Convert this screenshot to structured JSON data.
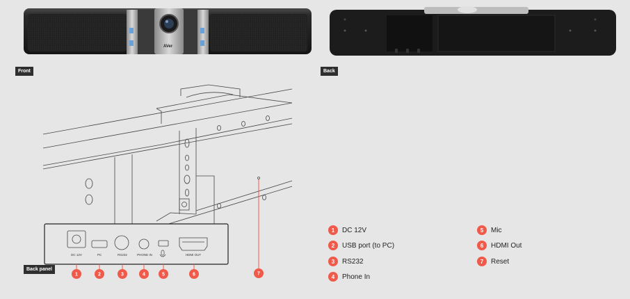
{
  "tags": {
    "front": "Front",
    "back": "Back",
    "back_panel": "Back panel"
  },
  "front_logo": "AVer",
  "ports": {
    "dc": "DC 12V",
    "pc": "PC",
    "rs232": "RS232",
    "phone": "PHONE IN",
    "hdmi": "HDMI OUT"
  },
  "callouts": [
    "1",
    "2",
    "3",
    "4",
    "5",
    "6",
    "7"
  ],
  "legend": [
    {
      "num": "1",
      "label": "DC 12V"
    },
    {
      "num": "2",
      "label": "USB port (to PC)"
    },
    {
      "num": "3",
      "label": "RS232"
    },
    {
      "num": "4",
      "label": "Phone In"
    },
    {
      "num": "5",
      "label": "Mic"
    },
    {
      "num": "6",
      "label": "HDMI Out"
    },
    {
      "num": "7",
      "label": "Reset"
    }
  ],
  "colors": {
    "callout": "#f05a4a",
    "background": "#e6e6e6",
    "device": "#1c1c1c"
  }
}
